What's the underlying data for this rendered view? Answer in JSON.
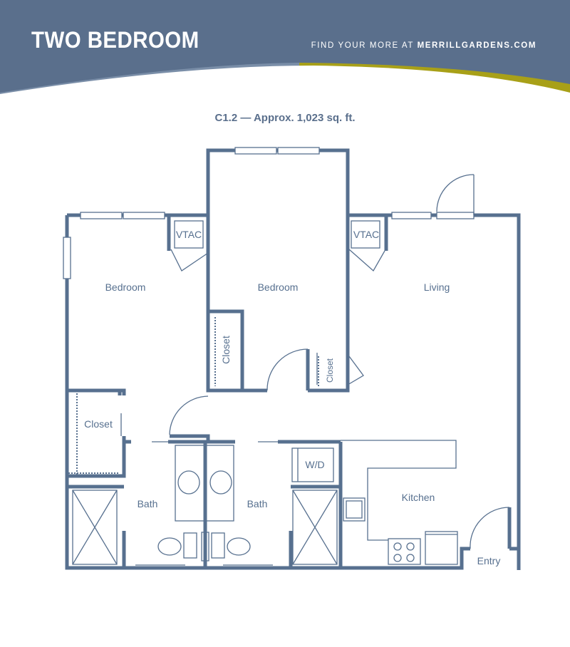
{
  "header": {
    "title": "TWO BEDROOM",
    "tagline_prefix": "FIND YOUR MORE AT ",
    "tagline_site": "MERRILLGARDENS.COM"
  },
  "plan": {
    "subtitle": "C1.2 — Approx. 1,023 sq. ft.",
    "rooms": {
      "bedroom_left": "Bedroom",
      "bedroom_center": "Bedroom",
      "living": "Living",
      "vtac_left": "VTAC",
      "vtac_right": "VTAC",
      "closet_center": "Closet",
      "closet_small": "Closet",
      "closet_left": "Closet",
      "bath_left": "Bath",
      "bath_right": "Bath",
      "wd": "W/D",
      "kitchen": "Kitchen",
      "entry": "Entry"
    }
  },
  "colors": {
    "header": "#5a6f8c",
    "accent": "#a8a018",
    "wall": "#57708f"
  }
}
